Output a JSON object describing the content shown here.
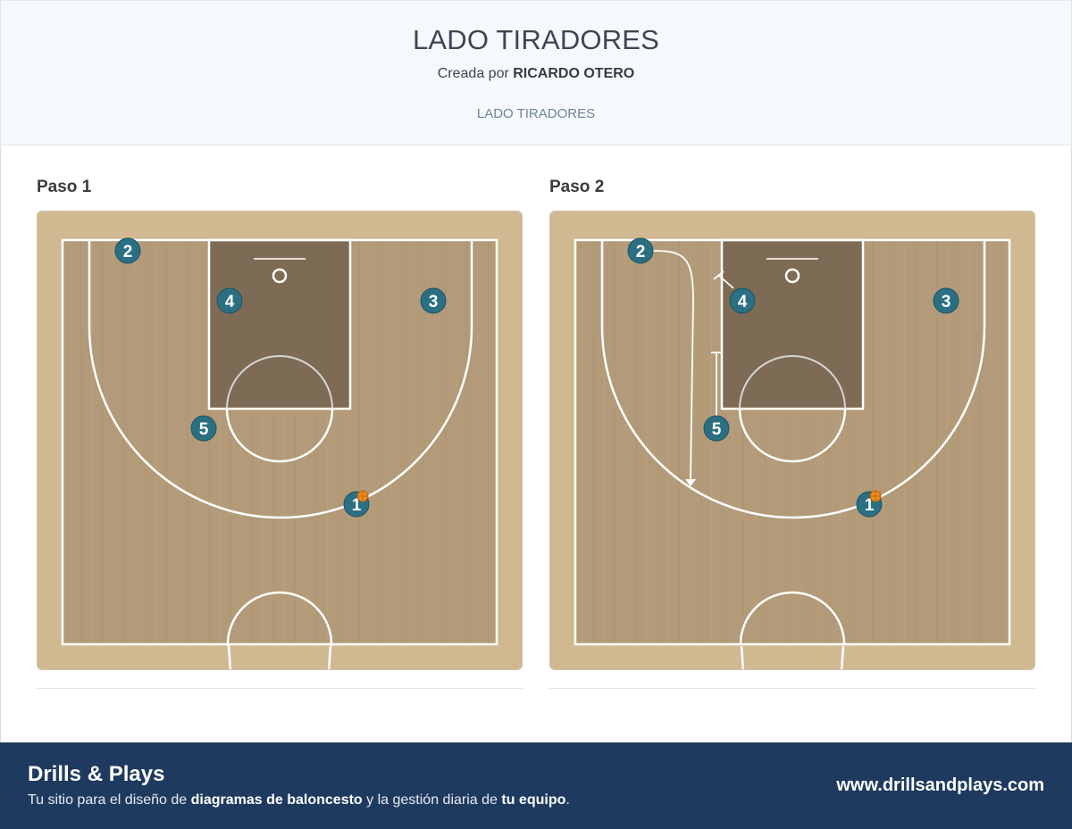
{
  "header": {
    "title": "LADO TIRADORES",
    "creator_prefix": "Creada por",
    "creator_name": "RICARDO OTERO",
    "category": "LADO TIRADORES"
  },
  "steps": [
    {
      "label": "Paso 1",
      "players": [
        {
          "number": "1",
          "has_ball": true
        },
        {
          "number": "2",
          "has_ball": false
        },
        {
          "number": "3",
          "has_ball": false
        },
        {
          "number": "4",
          "has_ball": false
        },
        {
          "number": "5",
          "has_ball": false
        }
      ],
      "actions": []
    },
    {
      "label": "Paso 2",
      "players": [
        {
          "number": "1",
          "has_ball": true
        },
        {
          "number": "2",
          "has_ball": false
        },
        {
          "number": "3",
          "has_ball": false
        },
        {
          "number": "4",
          "has_ball": false
        },
        {
          "number": "5",
          "has_ball": false
        }
      ],
      "actions": [
        {
          "type": "cut-arrow",
          "player": "2"
        },
        {
          "type": "screen",
          "player": "4"
        },
        {
          "type": "screen",
          "player": "5"
        }
      ]
    }
  ],
  "footer": {
    "brand": "Drills & Plays",
    "tagline_1": "Tu sitio para el diseño de",
    "tagline_bold_1": "diagramas de baloncesto",
    "tagline_2": "y la gestión diaria de",
    "tagline_bold_2": "tu equipo",
    "tagline_end": ".",
    "website": "www.drillsandplays.com"
  },
  "colors": {
    "header_bg": "#f5f9fd",
    "footer_bg": "#1f3a5f",
    "court_wood": "#b39b79",
    "court_border": "#d0b991",
    "paint": "#7e6b55",
    "player_fill": "#2b6f82",
    "ball": "#f08a1c"
  }
}
